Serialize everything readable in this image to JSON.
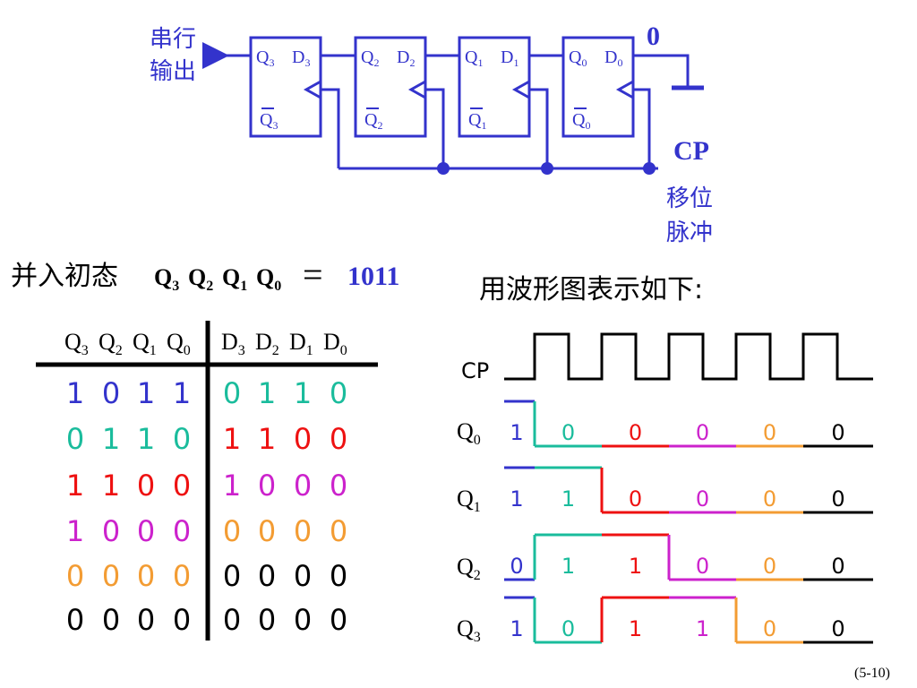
{
  "circuit": {
    "serial_out_label": [
      "串行",
      "输出"
    ],
    "zero_label": "0",
    "cp_label": "CP",
    "shift_pulse_label": [
      "移位",
      "脉冲"
    ],
    "flipflops": [
      {
        "q": "Q",
        "qi": "3",
        "d": "D",
        "di": "3",
        "qn": "Q",
        "qni": "3"
      },
      {
        "q": "Q",
        "qi": "2",
        "d": "D",
        "di": "2",
        "qn": "Q",
        "qni": "2"
      },
      {
        "q": "Q",
        "qi": "1",
        "d": "D",
        "di": "1",
        "qn": "Q",
        "qni": "1"
      },
      {
        "q": "Q",
        "qi": "0",
        "d": "D",
        "di": "0",
        "qn": "Q",
        "qni": "0"
      }
    ]
  },
  "caption": {
    "prefix": "并入初态",
    "q_terms": [
      [
        "Q",
        "3"
      ],
      [
        "Q",
        "2"
      ],
      [
        "Q",
        "1"
      ],
      [
        "Q",
        "0"
      ]
    ],
    "eq": "=",
    "value": "1011",
    "waveform_caption": "用波形图表示如下:"
  },
  "table": {
    "header_left": [
      [
        "Q",
        "3"
      ],
      [
        "Q",
        "2"
      ],
      [
        "Q",
        "1"
      ],
      [
        "Q",
        "0"
      ]
    ],
    "header_right": [
      [
        "D",
        "3"
      ],
      [
        "D",
        "2"
      ],
      [
        "D",
        "1"
      ],
      [
        "D",
        "0"
      ]
    ],
    "rows": [
      {
        "q": [
          "1",
          "0",
          "1",
          "1"
        ],
        "q_color": "#3333cc",
        "d": [
          "0",
          "1",
          "1",
          "0"
        ],
        "d_color": "#1abc9c"
      },
      {
        "q": [
          "0",
          "1",
          "1",
          "0"
        ],
        "q_color": "#1abc9c",
        "d": [
          "1",
          "1",
          "0",
          "0"
        ],
        "d_color": "#ee1111"
      },
      {
        "q": [
          "1",
          "1",
          "0",
          "0"
        ],
        "q_color": "#ee1111",
        "d": [
          "1",
          "0",
          "0",
          "0"
        ],
        "d_color": "#cc22cc"
      },
      {
        "q": [
          "1",
          "0",
          "0",
          "0"
        ],
        "q_color": "#cc22cc",
        "d": [
          "0",
          "0",
          "0",
          "0"
        ],
        "d_color": "#f39c33"
      },
      {
        "q": [
          "0",
          "0",
          "0",
          "0"
        ],
        "q_color": "#f39c33",
        "d": [
          "0",
          "0",
          "0",
          "0"
        ],
        "d_color": "#000000"
      },
      {
        "q": [
          "0",
          "0",
          "0",
          "0"
        ],
        "q_color": "#000000",
        "d": [
          "0",
          "0",
          "0",
          "0"
        ],
        "d_color": "#000000"
      }
    ]
  },
  "waveform": {
    "cp_label": "CP",
    "colors": [
      "#3333cc",
      "#1abc9c",
      "#ee1111",
      "#cc22cc",
      "#f39c33",
      "#000000"
    ],
    "signals": [
      {
        "name": "Q",
        "sub": "0",
        "values": [
          "1",
          "0",
          "0",
          "0",
          "0",
          "0"
        ]
      },
      {
        "name": "Q",
        "sub": "1",
        "values": [
          "1",
          "1",
          "0",
          "0",
          "0",
          "0"
        ]
      },
      {
        "name": "Q",
        "sub": "2",
        "values": [
          "0",
          "1",
          "1",
          "0",
          "0",
          "0"
        ]
      },
      {
        "name": "Q",
        "sub": "3",
        "values": [
          "1",
          "0",
          "1",
          "1",
          "0",
          "0"
        ]
      }
    ]
  },
  "page_number": "(5-10)"
}
